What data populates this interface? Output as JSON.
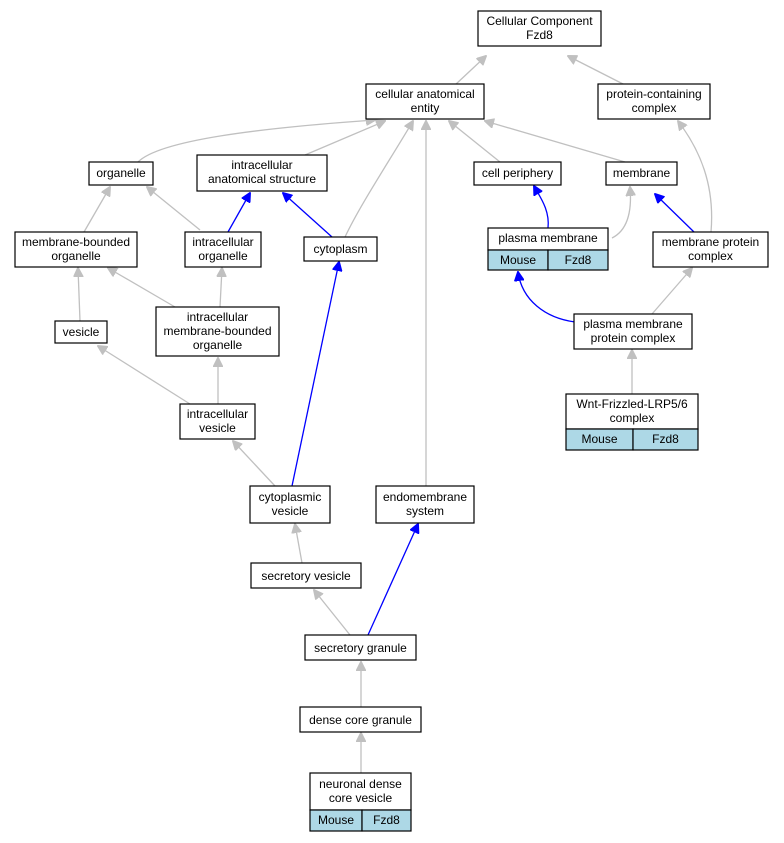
{
  "colors": {
    "part_of_edge": "#c0c0c0",
    "is_a_edge": "#0000ff",
    "annotation_cell": "#add8e6"
  },
  "nodes": {
    "cc_fzd8": {
      "lines": [
        "Cellular Component",
        "Fzd8"
      ]
    },
    "cae": {
      "lines": [
        "cellular anatomical",
        "entity"
      ]
    },
    "pcc": {
      "lines": [
        "protein-containing",
        "complex"
      ]
    },
    "organelle": {
      "lines": [
        "organelle"
      ]
    },
    "ias": {
      "lines": [
        "intracellular",
        "anatomical structure"
      ]
    },
    "cell_periphery": {
      "lines": [
        "cell periphery"
      ]
    },
    "membrane": {
      "lines": [
        "membrane"
      ]
    },
    "mbo": {
      "lines": [
        "membrane-bounded",
        "organelle"
      ]
    },
    "io": {
      "lines": [
        "intracellular",
        "organelle"
      ]
    },
    "cytoplasm": {
      "lines": [
        "cytoplasm"
      ]
    },
    "plasma_membrane": {
      "lines": [
        "plasma membrane"
      ],
      "cells": [
        "Mouse",
        "Fzd8"
      ]
    },
    "mpc": {
      "lines": [
        "membrane protein",
        "complex"
      ]
    },
    "vesicle": {
      "lines": [
        "vesicle"
      ]
    },
    "imbo": {
      "lines": [
        "intracellular",
        "membrane-bounded",
        "organelle"
      ]
    },
    "pmpc": {
      "lines": [
        "plasma membrane",
        "protein complex"
      ]
    },
    "iv": {
      "lines": [
        "intracellular",
        "vesicle"
      ]
    },
    "wnt": {
      "lines": [
        "Wnt-Frizzled-LRP5/6",
        "complex"
      ],
      "cells": [
        "Mouse",
        "Fzd8"
      ]
    },
    "cv": {
      "lines": [
        "cytoplasmic",
        "vesicle"
      ]
    },
    "es": {
      "lines": [
        "endomembrane",
        "system"
      ]
    },
    "sv": {
      "lines": [
        "secretory vesicle"
      ]
    },
    "sg": {
      "lines": [
        "secretory granule"
      ]
    },
    "dcg": {
      "lines": [
        "dense core granule"
      ]
    },
    "ndcv": {
      "lines": [
        "neuronal dense",
        "core vesicle"
      ],
      "cells": [
        "Mouse",
        "Fzd8"
      ]
    }
  }
}
